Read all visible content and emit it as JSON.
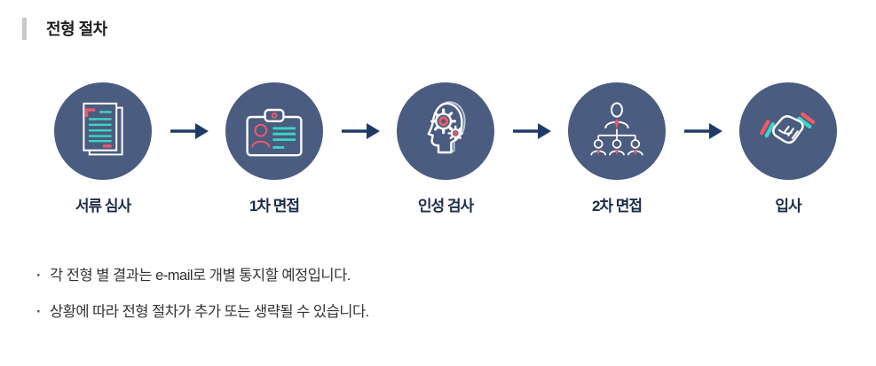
{
  "page": {
    "title": "전형 절차"
  },
  "process": {
    "steps": [
      {
        "label": "서류 심사",
        "icon": "documents-icon"
      },
      {
        "label": "1차 면접",
        "icon": "id-badge-icon"
      },
      {
        "label": "인성 검사",
        "icon": "head-gears-icon"
      },
      {
        "label": "2차 면접",
        "icon": "org-chart-icon"
      },
      {
        "label": "입사",
        "icon": "handshake-icon"
      }
    ],
    "arrow": "right-arrow-icon"
  },
  "notes": {
    "bullet": "·",
    "items": [
      "각 전형 별 결과는 e-mail로 개별 통지할 예정입니다.",
      "상황에 따라 전형 절차가 추가 또는 생략될 수 있습니다."
    ]
  },
  "colors": {
    "circle_fill": "#4a5c80",
    "icon_line": "#ffffff",
    "accent_teal": "#3fd4c5",
    "accent_red": "#ee5a68",
    "arrow_navy": "#1f3a68",
    "label_navy": "#1b2b4a",
    "title_bar_gray": "#c9c9c9"
  }
}
